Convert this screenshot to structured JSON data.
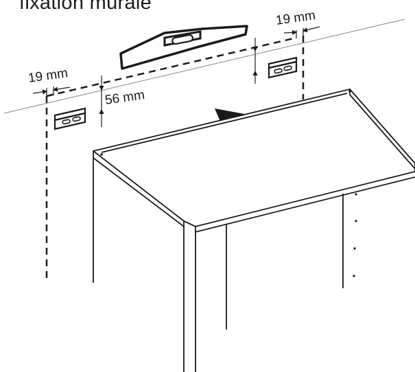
{
  "header": {
    "title": "fixation murale"
  },
  "dimensions": {
    "right_offset": "19 mm",
    "left_offset": "19 mm",
    "height_offset": "56 mm"
  },
  "colors": {
    "ink": "#1a1a1a",
    "wall_line": "#9a9a9a",
    "background": "#ffffff"
  },
  "icons": [
    "spirit-level-icon",
    "wall-bracket-icon",
    "arrow-icon"
  ]
}
